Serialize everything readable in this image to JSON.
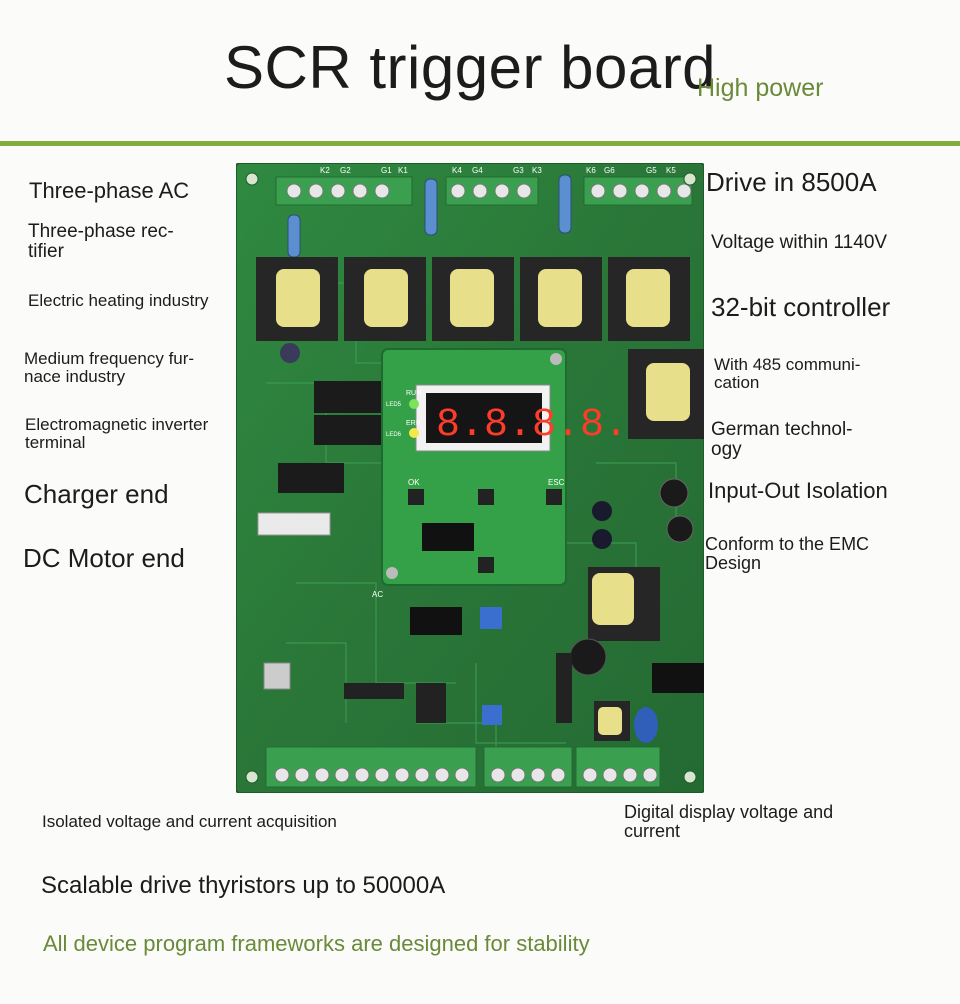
{
  "header": {
    "title": "SCR trigger board",
    "subtitle": "High power"
  },
  "left_features": [
    "Three-phase AC",
    "Three-phase rec-\ntifier",
    "Electric heating industry",
    "Medium frequency fur-\nnace industry",
    "Electromagnetic inverter\nterminal",
    "Charger end",
    "DC Motor end"
  ],
  "right_features": [
    "Drive in 8500A",
    "Voltage within 1140V",
    "32-bit controller",
    "With 485 communi-\ncation",
    "German technol-\nogy",
    "Input-Out Isolation",
    "Conform to the EMC\nDesign"
  ],
  "bottom": {
    "left_note": "Isolated voltage and current acquisition",
    "right_note": "Digital display voltage and\ncurrent",
    "scalable": "Scalable drive thyristors up to 50000A",
    "stability": "All device program frameworks are designed for stability"
  },
  "pcb": {
    "terminal_labels": [
      "K2",
      "G2",
      "G1",
      "K1",
      "K4",
      "G4",
      "G3",
      "K3",
      "K6",
      "G6",
      "G5",
      "K5"
    ],
    "display_digits": "8.8.8.8.",
    "silkscreen": [
      "RUN",
      "ERR",
      "OK",
      "ESC",
      "LED5",
      "LED6",
      "AC"
    ]
  },
  "colors": {
    "accent_green": "#6a8a3a",
    "rule_green": "#7fae3c",
    "pcb_green": "#2f7a3a",
    "transformer_yellow": "#e8df8a"
  }
}
